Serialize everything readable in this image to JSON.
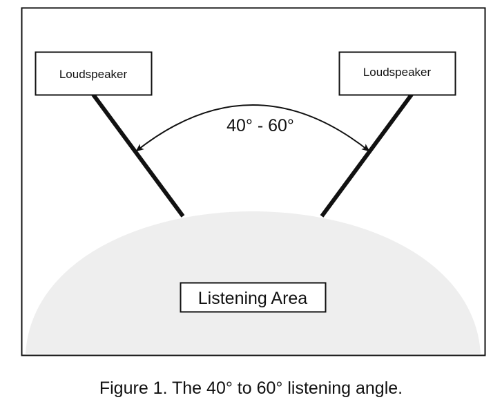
{
  "figure": {
    "speaker_left_label": "Loudspeaker",
    "speaker_right_label": "Loudspeaker",
    "angle_label": "40° - 60°",
    "listening_area_label": "Listening Area",
    "caption": "Figure 1. The 40° to 60° listening angle.",
    "colors": {
      "stroke": "#111111",
      "listening_area_fill": "#eeeeee",
      "background": "#ffffff"
    }
  }
}
